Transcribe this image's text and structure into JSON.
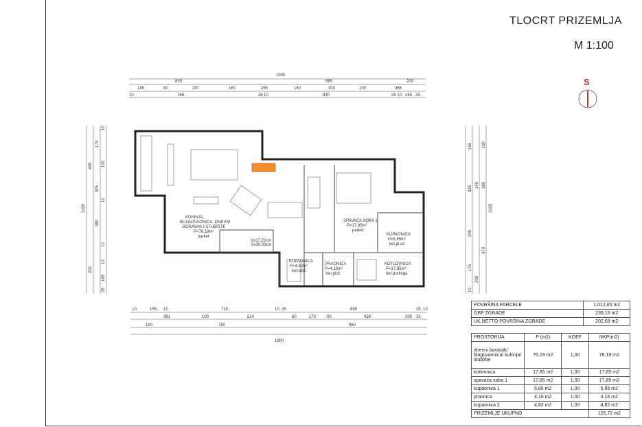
{
  "header": {
    "title": "TLOCRT PRIZEMLJA",
    "scale": "M 1:100",
    "north_label": "S"
  },
  "dims_top": {
    "total": "1900",
    "row2": [
      "835",
      "865",
      "200"
    ],
    "row3": [
      "189",
      "80",
      "297",
      "160",
      "265",
      "160",
      "303",
      "100",
      "366"
    ],
    "row4": [
      "10",
      "765",
      "25",
      "10",
      "830",
      "25",
      "10",
      "165",
      "25"
    ]
  },
  "dims_bottom": {
    "row1": [
      "10",
      "155",
      "10",
      "715",
      "10",
      "25",
      "890",
      "25",
      "10"
    ],
    "row2": [
      "391",
      "100",
      "514",
      "60",
      "173",
      "60",
      "438",
      "100",
      "25"
    ],
    "row3": [
      "190",
      "750",
      "960"
    ],
    "total": "1900"
  },
  "dims_left": [
    "10",
    "173",
    "445",
    "100",
    "10",
    "375",
    "1020",
    "380",
    "10",
    "200",
    "10",
    "165",
    "25"
  ],
  "dims_right": [
    "155",
    "190",
    "325",
    "140",
    "360",
    "1020",
    "200",
    "470",
    "175",
    "200",
    "10"
  ],
  "rooms": {
    "kitchen": {
      "l1": "KUHINJA,",
      "l2": "BLAGOVAONICA, DNEVNI",
      "l3": "BORAVAK I STUBIŠTE",
      "l4": "P=76,19m²",
      "l5": "parket"
    },
    "bedroom": {
      "l1": "SPAVAĆA SOBA 1",
      "l2": "P=17,85m²",
      "l3": "parket"
    },
    "bath1": {
      "l1": "KUPAONICA",
      "l2": "P=5,85m²",
      "l3": "ker.pl.oč"
    },
    "bath2": {
      "l1": "KUPAONICA",
      "l2": "P=4,82m²",
      "l3": "ker.ploč"
    },
    "laundry": {
      "l1": "PRAONICA",
      "l2": "P=4,16m²",
      "l3": "ker.ploč"
    },
    "boiler": {
      "l1": "KOTLOVNICA",
      "l2": "P=17,85m²",
      "l3": "bet.podloga"
    },
    "stairs": {
      "l1": "8x17,22cm",
      "l2": "9x30,00cm"
    }
  },
  "summary": [
    {
      "label": "POVRŠINA PARCELE",
      "value": "1.012,00 m2"
    },
    {
      "label": "GBP ZGRADE",
      "value": "235,16 m2"
    },
    {
      "label": "UK.NETTO POVRŠINA ZGRADE",
      "value": "202,68 m2"
    }
  ],
  "rooms_table": {
    "headers": [
      "PROSTORIJA",
      "P (m2)",
      "KOEF",
      "NKP(m2)"
    ],
    "rows": [
      [
        "dnevni boravak/ blagovaonica/ kuhinja/ stubište",
        "76,19 m2",
        "1,00",
        "76,19 m2"
      ],
      [
        "kotlovnica",
        "17,85 m2",
        "1,00",
        "17,85 m2"
      ],
      [
        "spavaća soba 1",
        "17,85 m2",
        "1,00",
        "17,85 m2"
      ],
      [
        "kupaonica 1",
        "5,85 m2",
        "1,00",
        "5,85 m2"
      ],
      [
        "praonica",
        "4,16 m2",
        "1,00",
        "4,16 m2"
      ],
      [
        "kupaonica 2",
        "4,82 m2",
        "1,00",
        "4,82 m2"
      ]
    ],
    "total_label": "PRIZEMLJE UKUPNO",
    "total_value": "126,72 m2"
  }
}
